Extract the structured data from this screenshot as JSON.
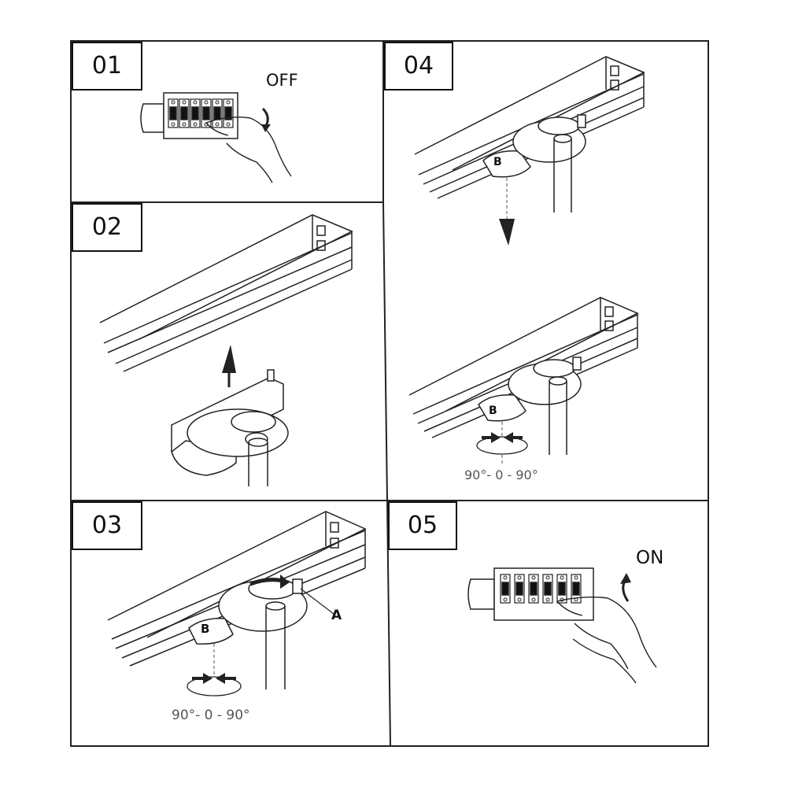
{
  "steps": [
    {
      "number": "01",
      "caption": "OFF"
    },
    {
      "number": "02"
    },
    {
      "number": "03",
      "point_a": "A",
      "point_b": "B",
      "angle_text": "90°- 0 - 90°"
    },
    {
      "number": "04",
      "point_b_top": "B",
      "point_b_bottom": "B",
      "angle_text": "90°- 0 - 90°"
    },
    {
      "number": "05",
      "caption": "ON"
    }
  ]
}
